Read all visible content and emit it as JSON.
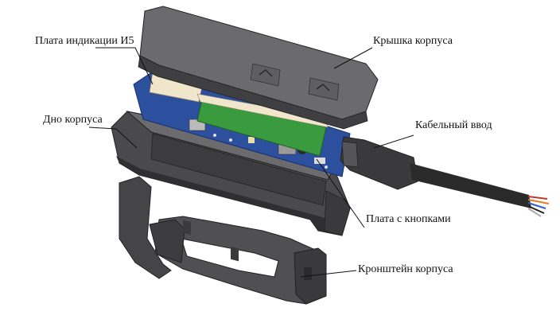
{
  "labels": {
    "indication_board": "Плата индикации И5",
    "housing_cover": "Крышка корпуса",
    "housing_bottom": "Дно корпуса",
    "cable_gland": "Кабельный ввод",
    "button_board": "Плата с кнопками",
    "housing_bracket": "Кронштейн корпуса"
  },
  "colors": {
    "housing": "#4a4a4c",
    "housing_light": "#6b6b6e",
    "housing_dark": "#2f2f31",
    "pcb_blue": "#2c4f9e",
    "pcb_green": "#3a9a3e",
    "connector": "#efe6cc",
    "cable": "#2a2a2a",
    "leader": "#111111"
  }
}
